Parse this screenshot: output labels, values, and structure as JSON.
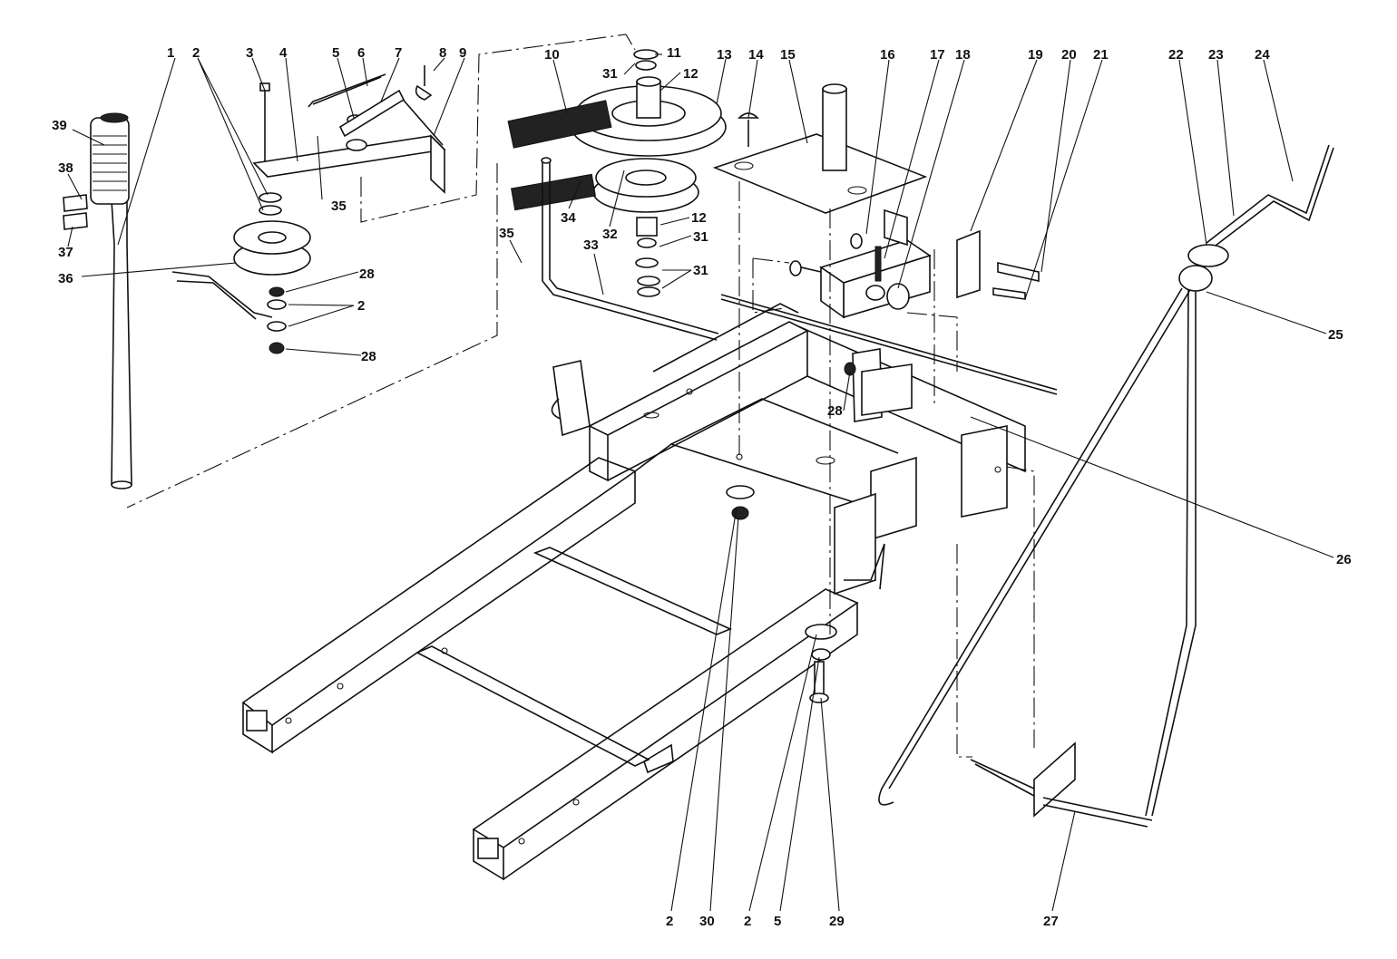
{
  "diagram": {
    "callouts": [
      {
        "id": "c1",
        "label": "1"
      },
      {
        "id": "c2a",
        "label": "2"
      },
      {
        "id": "c3",
        "label": "3"
      },
      {
        "id": "c4",
        "label": "4"
      },
      {
        "id": "c5a",
        "label": "5"
      },
      {
        "id": "c6",
        "label": "6"
      },
      {
        "id": "c7",
        "label": "7"
      },
      {
        "id": "c8",
        "label": "8"
      },
      {
        "id": "c9",
        "label": "9"
      },
      {
        "id": "c10",
        "label": "10"
      },
      {
        "id": "c11",
        "label": "11"
      },
      {
        "id": "c31a",
        "label": "31"
      },
      {
        "id": "c12a",
        "label": "12"
      },
      {
        "id": "c13",
        "label": "13"
      },
      {
        "id": "c14",
        "label": "14"
      },
      {
        "id": "c15",
        "label": "15"
      },
      {
        "id": "c16",
        "label": "16"
      },
      {
        "id": "c17",
        "label": "17"
      },
      {
        "id": "c18",
        "label": "18"
      },
      {
        "id": "c19",
        "label": "19"
      },
      {
        "id": "c20",
        "label": "20"
      },
      {
        "id": "c21",
        "label": "21"
      },
      {
        "id": "c22",
        "label": "22"
      },
      {
        "id": "c23",
        "label": "23"
      },
      {
        "id": "c24",
        "label": "24"
      },
      {
        "id": "c39",
        "label": "39"
      },
      {
        "id": "c38",
        "label": "38"
      },
      {
        "id": "c37",
        "label": "37"
      },
      {
        "id": "c36",
        "label": "36"
      },
      {
        "id": "c35a",
        "label": "35"
      },
      {
        "id": "c28a",
        "label": "28"
      },
      {
        "id": "c2b",
        "label": "2"
      },
      {
        "id": "c28b",
        "label": "28"
      },
      {
        "id": "c35b",
        "label": "35"
      },
      {
        "id": "c33",
        "label": "33"
      },
      {
        "id": "c34",
        "label": "34"
      },
      {
        "id": "c32",
        "label": "32"
      },
      {
        "id": "c12b",
        "label": "12"
      },
      {
        "id": "c31b",
        "label": "31"
      },
      {
        "id": "c31c",
        "label": "31"
      },
      {
        "id": "c25",
        "label": "25"
      },
      {
        "id": "c28c",
        "label": "28"
      },
      {
        "id": "c26",
        "label": "26"
      },
      {
        "id": "c2c",
        "label": "2"
      },
      {
        "id": "c30",
        "label": "30"
      },
      {
        "id": "c2d",
        "label": "2"
      },
      {
        "id": "c5b",
        "label": "5"
      },
      {
        "id": "c29",
        "label": "29"
      },
      {
        "id": "c27",
        "label": "27"
      }
    ]
  }
}
